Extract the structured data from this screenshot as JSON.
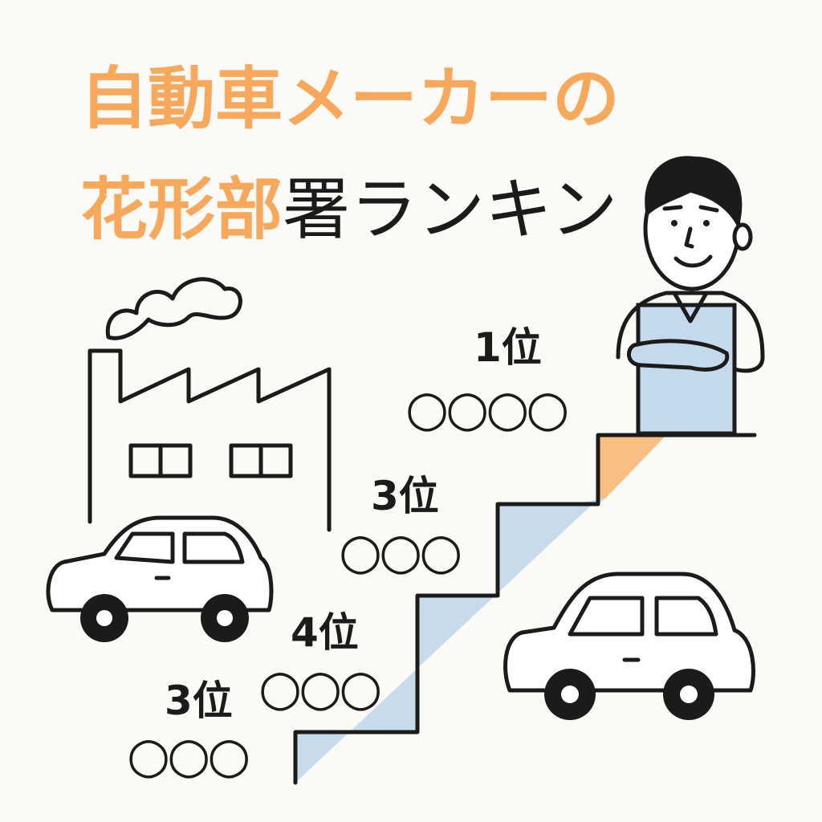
{
  "title": {
    "line1": "自動車メーカーの",
    "line2_accent": "花形部",
    "line2_rest": "署ランキン"
  },
  "ranking": [
    {
      "rank": "1位",
      "name": "○○○○"
    },
    {
      "rank": "3位",
      "name": "○○○"
    },
    {
      "rank": "4位",
      "name": "○○○"
    },
    {
      "rank": "3位",
      "name": "○○○"
    }
  ],
  "colors": {
    "accent": "#f7a85a",
    "stair_blue": "#c8dbea",
    "stair_orange": "#f9bf82",
    "shirt": "#c5d9ec",
    "ink": "#1b1b1b",
    "background": "#fbfaf6"
  },
  "icons": [
    "factory-icon",
    "smoke-cloud-icon",
    "car-icon",
    "businessman-icon",
    "stairs-icon"
  ]
}
